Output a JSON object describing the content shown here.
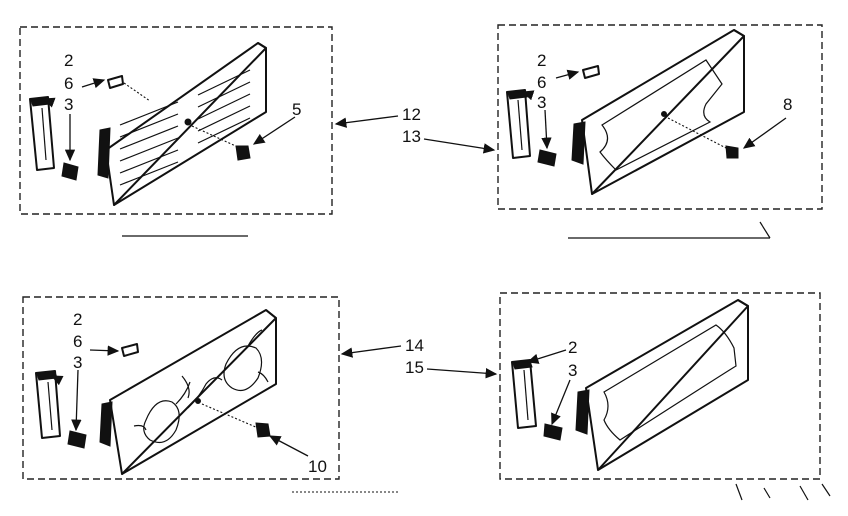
{
  "panel_1": {
    "label_2": "2",
    "label_6": "6",
    "label_3": "3",
    "label_5": "5"
  },
  "panel_2": {
    "label_2": "2",
    "label_6": "6",
    "label_3": "3",
    "label_8": "8"
  },
  "panel_3": {
    "label_2": "2",
    "label_6": "6",
    "label_3": "3",
    "label_10": "10"
  },
  "panel_4": {
    "label_2": "2",
    "label_3": "3"
  },
  "callouts": {
    "a": "12",
    "b": "13",
    "c": "14",
    "d": "15"
  }
}
